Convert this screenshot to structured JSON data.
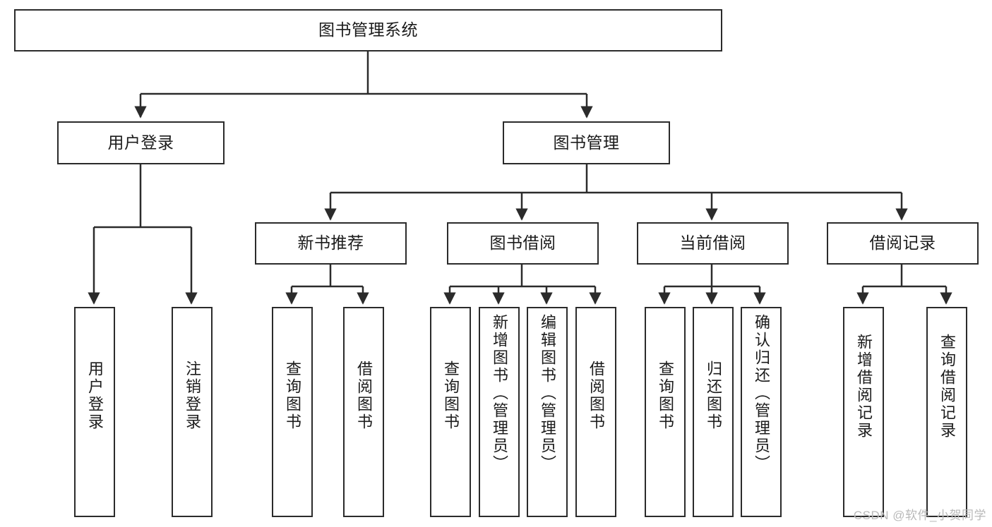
{
  "diagram": {
    "type": "tree-hierarchy-chart",
    "title": "图书管理系统",
    "stroke_color": "#2b2b2b",
    "fill_color": "#ffffff",
    "text_color": "#1b1b1b"
  },
  "root": {
    "label": "图书管理系统"
  },
  "level1": [
    {
      "label": "用户登录"
    },
    {
      "label": "图书管理"
    }
  ],
  "level2": [
    {
      "label": "新书推荐"
    },
    {
      "label": "图书借阅"
    },
    {
      "label": "当前借阅"
    },
    {
      "label": "借阅记录"
    }
  ],
  "leaves": {
    "user_login": [
      {
        "label": "用户登录"
      },
      {
        "label": "注销登录"
      }
    ],
    "new_book_recommend": [
      {
        "label": "查询图书"
      },
      {
        "label": "借阅图书"
      }
    ],
    "book_borrow": [
      {
        "label": "查询图书"
      },
      {
        "label": "新增图书（管理员）"
      },
      {
        "label": "编辑图书（管理员）"
      },
      {
        "label": "借阅图书"
      }
    ],
    "current_borrow": [
      {
        "label": "查询图书"
      },
      {
        "label": "归还图书"
      },
      {
        "label": "确认归还（管理员）"
      }
    ],
    "borrow_records": [
      {
        "label": "新增借阅记录"
      },
      {
        "label": "查询借阅记录"
      }
    ]
  },
  "watermark": {
    "text": "CSDN @软件_小贺同学"
  }
}
